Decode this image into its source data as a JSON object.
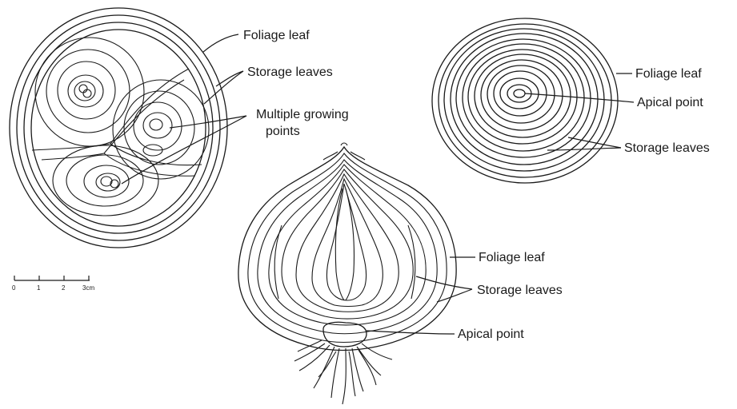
{
  "figure_a": {
    "foliage_leaf": "Foliage leaf",
    "storage_leaves": "Storage leaves",
    "multiple_growing_points_line1": "Multiple growing",
    "multiple_growing_points_line2": "points"
  },
  "figure_b": {
    "foliage_leaf": "Foliage leaf",
    "apical_point": "Apical point",
    "storage_leaves": "Storage leaves"
  },
  "figure_c": {
    "foliage_leaf": "Foliage leaf",
    "storage_leaves": "Storage leaves",
    "apical_point": "Apical point"
  },
  "scale_bar": {
    "ticks": [
      "0",
      "1",
      "2",
      "3cm"
    ]
  }
}
